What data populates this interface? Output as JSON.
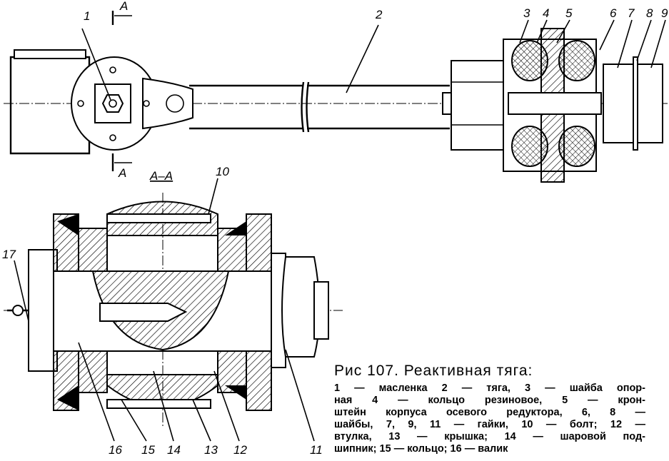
{
  "figure": {
    "labels": {
      "l1": "1",
      "l2": "2",
      "l3": "3",
      "l4": "4",
      "l5": "5",
      "l6": "6",
      "l7": "7",
      "l8": "8",
      "l9": "9",
      "l10": "10",
      "l11": "11",
      "l12": "12",
      "l13": "13",
      "l14": "14",
      "l15": "15",
      "l16": "16",
      "l17": "17",
      "section_top": "A",
      "section_bottom": "A",
      "section_view": "A–A"
    }
  },
  "caption": {
    "title": "Рис 107. Реактивная тяга:",
    "lines": [
      "1 — масленка  2 — тяга, 3 — шайба опор-",
      "ная  4 — кольцо резиновое,  5 — крон-",
      "штейн корпуса осевого редуктора, 6, 8 —",
      "шайбы, 7, 9, 11 — гайки,  10 — болт;  12 —",
      "втулка,  13 — крышка;  14 — шаровой под-",
      "шипник; 15 — кольцо; 16 — валик"
    ]
  }
}
